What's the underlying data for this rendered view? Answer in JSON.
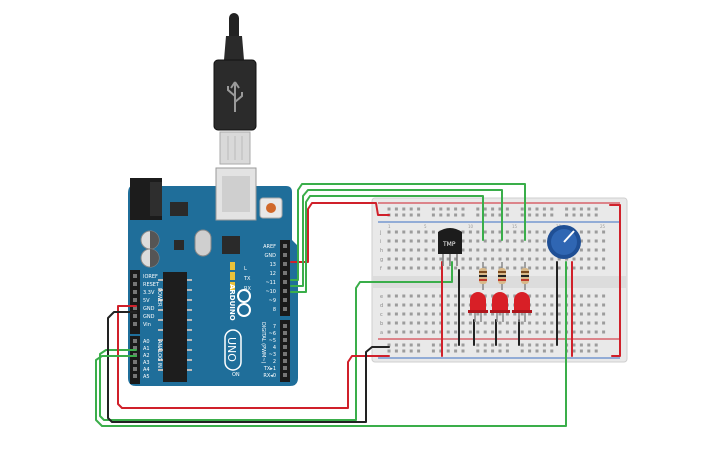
{
  "arduino": {
    "brand": "ARDUINO",
    "model": "UNO",
    "digital_header_label": "DIGITAL (PWM~)",
    "power_header_label": "POWER",
    "analog_header_label": "ANALOG IN",
    "top_pins": [
      "AREF",
      "GND",
      "13",
      "12",
      "~11",
      "~10",
      "~9",
      "8"
    ],
    "bottom_digital_pins": [
      "7",
      "~6",
      "~5",
      "4",
      "~3",
      "2",
      "TX▸1",
      "RX◂0"
    ],
    "power_pins": [
      "IOREF",
      "RESET",
      "3.3V",
      "5V",
      "GND",
      "GND",
      "Vin"
    ],
    "analog_pins": [
      "A0",
      "A1",
      "A2",
      "A3",
      "A4",
      "A5"
    ],
    "led_labels": [
      "L",
      "TX",
      "RX"
    ],
    "on_label": "ON"
  },
  "breadboard": {
    "row_letters_top": [
      "j",
      "i",
      "h",
      "g",
      "f"
    ],
    "row_letters_bottom": [
      "e",
      "d",
      "c",
      "b",
      "a"
    ],
    "column_numbers": [
      "1",
      "5",
      "10",
      "15",
      "20",
      "25",
      "30"
    ]
  },
  "sensor": {
    "label": "TMP"
  },
  "colors": {
    "board": "#1f6e9a",
    "board_dark": "#0f4f73",
    "wire_red": "#d0202a",
    "wire_green": "#3aae4a",
    "wire_black": "#222222",
    "breadboard": "#e9e9e9",
    "led_red": "#d81f26",
    "pot": "#2f66b3"
  }
}
